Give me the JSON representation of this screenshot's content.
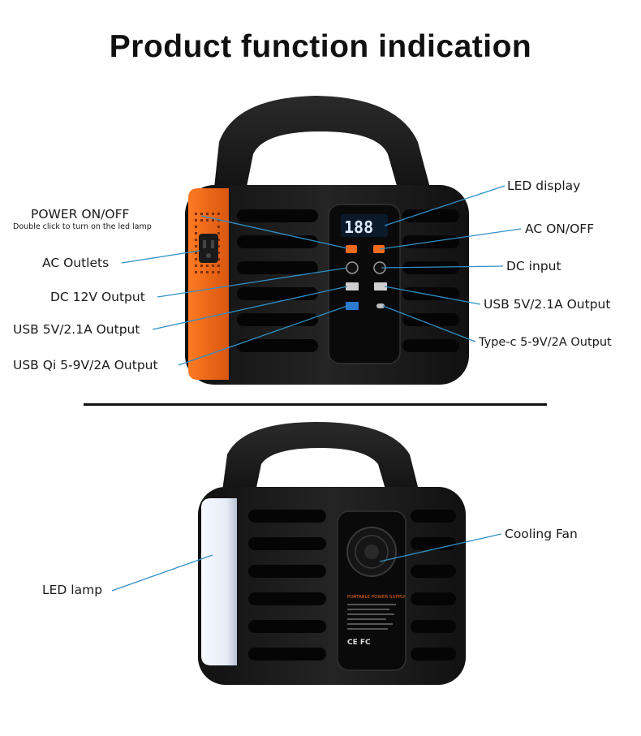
{
  "title": "Product function indication",
  "top_product": {
    "display_digits": "188",
    "left_labels": {
      "power": "POWER ON/OFF",
      "power_note": "Double click to turn on the led lamp",
      "ac_outlets": "AC Outlets",
      "dc12v": "DC 12V Output",
      "usb_left": "USB 5V/2.1A Output",
      "usb_qi": "USB Qi 5-9V/2A Output"
    },
    "right_labels": {
      "led_display": "LED display",
      "ac_onoff": "AC ON/OFF",
      "dc_input": "DC  input",
      "usb_right": "USB 5V/2.1A Output",
      "type_c": "Type-c 5-9V/2A Output"
    }
  },
  "bottom_product": {
    "cooling_fan": "Cooling Fan",
    "led_lamp": "LED lamp",
    "back_label_title": "PORTABLE POWER SUPPLY",
    "cert_marks": "CE FC"
  },
  "colors": {
    "body": "#1b1b1b",
    "panel": "#0d0d0d",
    "accent": "#f26a1b",
    "callout": "#2f8fc7",
    "lamp": "#eef3fb"
  }
}
